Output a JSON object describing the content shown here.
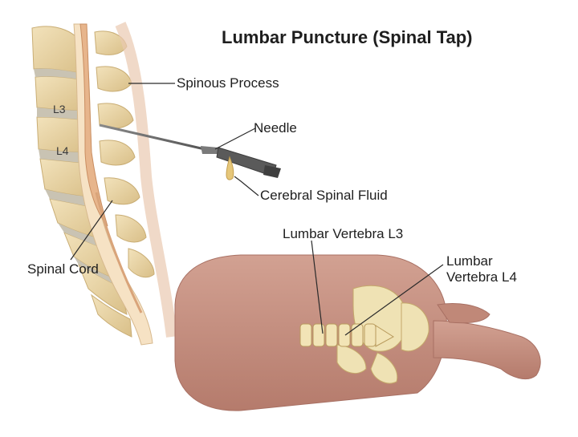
{
  "title": "Lumbar Puncture (Spinal Tap)",
  "labels": {
    "spinous_process": "Spinous Process",
    "needle": "Needle",
    "csf": "Cerebral Spinal Fluid",
    "spinal_cord": "Spinal Cord",
    "l3_upper": "Lumbar Vertebra L3",
    "l4_line1": "Lumbar",
    "l4_line2": "Vertebra L4"
  },
  "vertebra_labels": {
    "l3": "L3",
    "l4": "L4"
  },
  "colors": {
    "bone": "#e7d3a6",
    "disc": "#c9c3b3",
    "canal": "#f6e2c4",
    "cord": "#e7b58c",
    "skin": "#c69383",
    "skin_dark": "#a87063",
    "fluid": "#e6c77a",
    "needle": "#6e6e6e"
  }
}
